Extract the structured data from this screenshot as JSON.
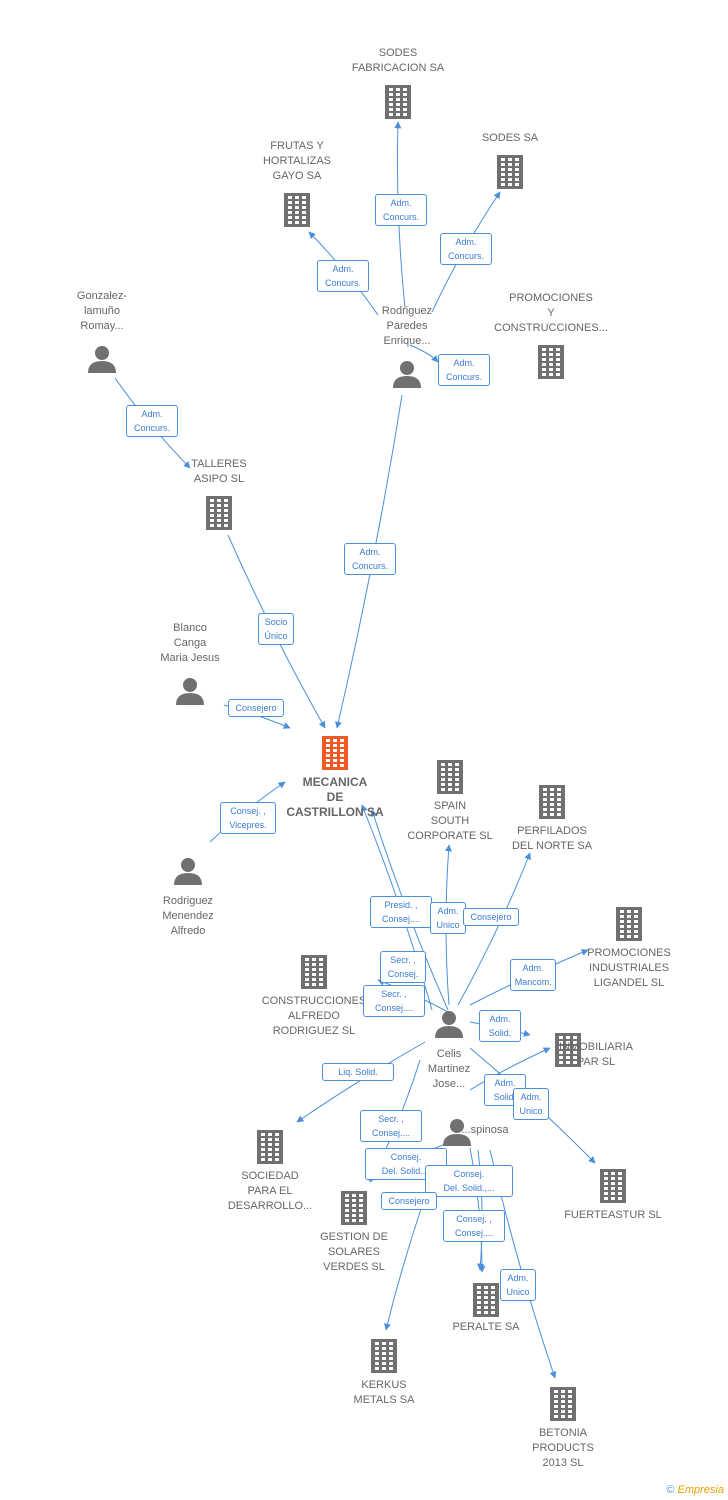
{
  "colors": {
    "edge": "#4a90d9",
    "node": "#707070",
    "center": "#f05a22",
    "label": "#666666"
  },
  "footer": {
    "copyright": "©",
    "brand": "Empresia"
  },
  "nodes": [
    {
      "id": "sodes_fab",
      "type": "company",
      "label": "SODES\nFABRICACION SA"
    },
    {
      "id": "frutas",
      "type": "company",
      "label": "FRUTAS Y\nHORTALIZAS\nGAYO SA"
    },
    {
      "id": "sodes",
      "type": "company",
      "label": "SODES SA"
    },
    {
      "id": "gonzalez",
      "type": "person",
      "label": "Gonzalez-\nlamuño\nRomay..."
    },
    {
      "id": "rodriguez_p",
      "type": "person",
      "label": "Rodriguez\nParedes\nEnrique..."
    },
    {
      "id": "promociones_y",
      "type": "company",
      "label": "PROMOCIONES\nY\nCONSTRUCCIONES..."
    },
    {
      "id": "talleres",
      "type": "company",
      "label": "TALLERES\nASIPO SL"
    },
    {
      "id": "blanco",
      "type": "person",
      "label": "Blanco\nCanga\nMaria Jesus"
    },
    {
      "id": "mecanica",
      "type": "center",
      "label": "MECANICA\nDE\nCASTRILLON SA"
    },
    {
      "id": "spain",
      "type": "company",
      "label": "SPAIN\nSOUTH\nCORPORATE SL"
    },
    {
      "id": "perfilados",
      "type": "company",
      "label": "PERFILADOS\nDEL NORTE SA"
    },
    {
      "id": "rodriguez_m",
      "type": "person",
      "label": "Rodriguez\nMenendez\nAlfredo"
    },
    {
      "id": "promo_ind",
      "type": "company",
      "label": "PROMOCIONES\nINDUSTRIALES\nLIGANDEL SL"
    },
    {
      "id": "construcciones",
      "type": "company",
      "label": "CONSTRUCCIONES\nALFREDO\nRODRIGUEZ SL"
    },
    {
      "id": "celis",
      "type": "person",
      "label": "Celis\nMartinez\nJose..."
    },
    {
      "id": "inmobiliaria",
      "type": "company",
      "label": "INMOBILIARIA\nPAR SL"
    },
    {
      "id": "espinosa",
      "type": "person",
      "label": "...spinosa"
    },
    {
      "id": "sociedad",
      "type": "company",
      "label": "SOCIEDAD\nPARA EL\nDESARROLLO..."
    },
    {
      "id": "gestion",
      "type": "company",
      "label": "GESTION DE\nSOLARES\nVERDES SL"
    },
    {
      "id": "fuerteastur",
      "type": "company",
      "label": "FUERTEASTUR SL"
    },
    {
      "id": "peralte",
      "type": "company",
      "label": "PERALTE SA"
    },
    {
      "id": "kerkus",
      "type": "company",
      "label": "KERKUS\nMETALS SA"
    },
    {
      "id": "betonia",
      "type": "company",
      "label": "BETONIA\nPRODUCTS\n2013 SL"
    }
  ],
  "edges": [
    {
      "from": "rodriguez_p",
      "to": "sodes_fab",
      "label": "Adm.\nConcurs."
    },
    {
      "from": "rodriguez_p",
      "to": "frutas",
      "label": "Adm.\nConcurs."
    },
    {
      "from": "rodriguez_p",
      "to": "sodes",
      "label": "Adm.\nConcurs."
    },
    {
      "from": "rodriguez_p",
      "to": "promociones_y",
      "label": "Adm.\nConcurs."
    },
    {
      "from": "gonzalez",
      "to": "talleres",
      "label": "Adm.\nConcurs."
    },
    {
      "from": "rodriguez_p",
      "to": "mecanica",
      "label": "Adm.\nConcurs."
    },
    {
      "from": "talleres",
      "to": "mecanica",
      "label": "Socio\nÚnico"
    },
    {
      "from": "blanco",
      "to": "mecanica",
      "label": "Consejero"
    },
    {
      "from": "rodriguez_m",
      "to": "mecanica",
      "label": "Consej. ,\nVicepres."
    },
    {
      "from": "celis",
      "to": "mecanica",
      "label": "Presid. ,\nConsej...."
    },
    {
      "from": "celis",
      "to": "spain",
      "label": "Adm.\nUnico"
    },
    {
      "from": "celis",
      "to": "perfilados",
      "label": "Consejero"
    },
    {
      "from": "celis",
      "to": "mecanica",
      "label": "Secr. ,\nConsej."
    },
    {
      "from": "celis",
      "to": "construcciones",
      "label": "Secr. ,\nConsej...."
    },
    {
      "from": "celis",
      "to": "promo_ind",
      "label": "Adm.\nMancom."
    },
    {
      "from": "celis",
      "to": "inmobiliaria",
      "label": "Adm.\nSolid."
    },
    {
      "from": "celis",
      "to": "sociedad",
      "label": "Liq.  Solid."
    },
    {
      "from": "celis",
      "to": "fuerteastur",
      "label": "Adm.\nSolid."
    },
    {
      "from": "espinosa",
      "to": "inmobiliaria",
      "label": "Adm.\nUnico"
    },
    {
      "from": "celis",
      "to": "gestion",
      "label": "Secr. ,\nConsej...."
    },
    {
      "from": "espinosa",
      "to": "gestion",
      "label": "Consej.\nDel. Solid...."
    },
    {
      "from": "espinosa",
      "to": "peralte",
      "label": "Consej.\nDel. Solid.,..."
    },
    {
      "from": "espinosa",
      "to": "kerkus",
      "label": "Consejero"
    },
    {
      "from": "espinosa",
      "to": "peralte",
      "label": "Consej. ,\nConsej...."
    },
    {
      "from": "espinosa",
      "to": "betonia",
      "label": "Adm.\nUnico"
    }
  ]
}
